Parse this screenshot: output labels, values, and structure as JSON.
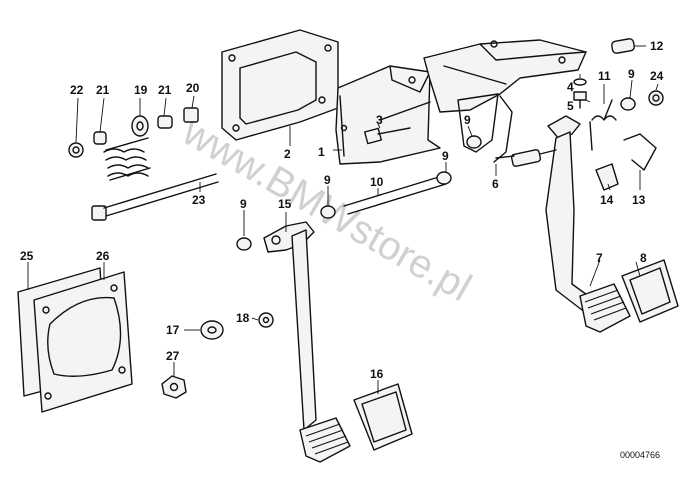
{
  "watermark": "www.BMWstore.pl",
  "reference_number": "00004766",
  "callouts": {
    "c1": "1",
    "c2": "2",
    "c3": "3",
    "c4": "4",
    "c5": "5",
    "c6": "6",
    "c7": "7",
    "c8": "8",
    "c9a": "9",
    "c9b": "9",
    "c9c": "9",
    "c9d": "9",
    "c9e": "9",
    "c10": "10",
    "c11": "11",
    "c12": "12",
    "c13": "13",
    "c14": "14",
    "c15": "15",
    "c16": "16",
    "c17": "17",
    "c18": "18",
    "c19": "19",
    "c20": "20",
    "c21a": "21",
    "c21b": "21",
    "c22": "22",
    "c23": "23",
    "c24": "24",
    "c25": "25",
    "c26": "26",
    "c27": "27"
  }
}
